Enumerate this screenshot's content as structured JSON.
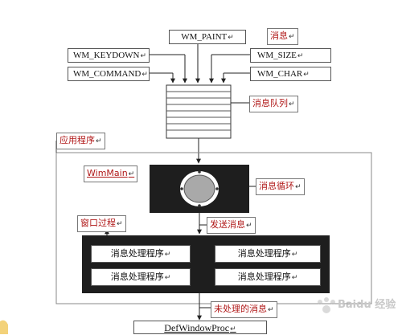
{
  "messages": {
    "paint": "WM_PAINT",
    "keydown": "WM_KEYDOWN",
    "command": "WM_COMMAND",
    "size": "WM_SIZE",
    "char": "WM_CHAR"
  },
  "labels": {
    "message": "消息",
    "queue": "消息队列",
    "app": "应用程序",
    "winmain": "WimMain",
    "loop": "消息循环",
    "dispatch": "发送消息",
    "window_proc": "窗口过程",
    "unhandled": "未处理的消息"
  },
  "handlers": [
    "消息处理程序",
    "消息处理程序",
    "消息处理程序",
    "消息处理程序"
  ],
  "default_proc": "DefWindowProc",
  "return_mark": "↵",
  "watermark": "Baidu 经验",
  "colors": {
    "label_text": "#b01818",
    "dark_fill": "#1e1e1e",
    "line": "#222222"
  }
}
